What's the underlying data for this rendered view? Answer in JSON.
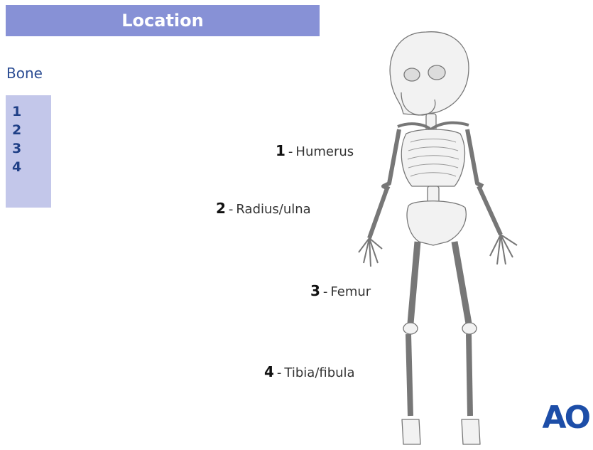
{
  "header": {
    "title": "Location"
  },
  "bone_section": {
    "heading": "Bone",
    "items": [
      "1",
      "2",
      "3",
      "4"
    ]
  },
  "callouts": [
    {
      "num": "1",
      "sep": "-",
      "label": "Humerus"
    },
    {
      "num": "2",
      "sep": "-",
      "label": "Radius/ulna"
    },
    {
      "num": "3",
      "sep": "-",
      "label": "Femur"
    },
    {
      "num": "4",
      "sep": "-",
      "label": "Tibia/fibula"
    }
  ],
  "logo": {
    "text": "AO"
  },
  "colors": {
    "header_bg": "#8791d6",
    "list_bg": "#c3c7ea",
    "accent_text": "#2b4c93",
    "logo": "#1d4ea8"
  }
}
